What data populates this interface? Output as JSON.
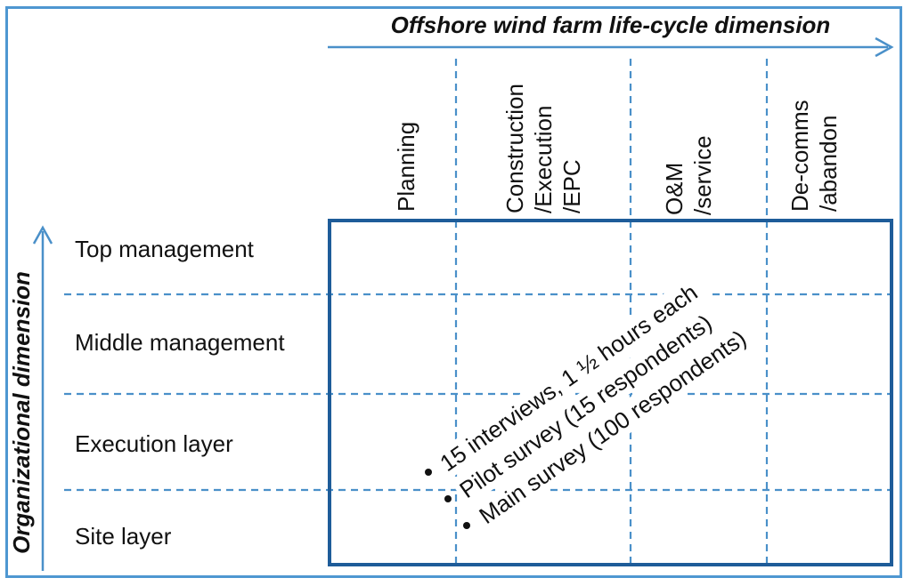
{
  "figure": {
    "title": "Offshore wind farm life-cycle dimension",
    "y_axis_label": "Organizational dimension"
  },
  "columns": [
    {
      "lines": [
        "Planning"
      ]
    },
    {
      "lines": [
        "Construction",
        "/Execution",
        "/EPC"
      ]
    },
    {
      "lines": [
        "O&M",
        "/service"
      ]
    },
    {
      "lines": [
        "De-comms",
        "/abandon"
      ]
    }
  ],
  "rows": [
    {
      "label": "Top management"
    },
    {
      "label": "Middle management"
    },
    {
      "label": "Execution layer"
    },
    {
      "label": "Site layer"
    }
  ],
  "annotations": [
    {
      "text": "15 interviews, 1 ½ hours each"
    },
    {
      "text": "Pilot survey (15 respondents)"
    },
    {
      "text": "Main survey (100 respondents)"
    }
  ],
  "colors": {
    "accent_blue": "#4a90c9",
    "matrix_border": "#1e5c99",
    "outer_frame": "#4e97d1",
    "text": "#111111"
  }
}
